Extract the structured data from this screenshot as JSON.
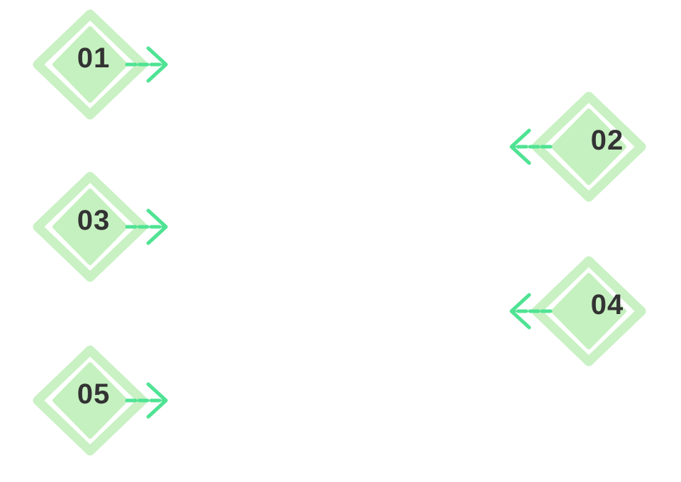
{
  "colors": {
    "outer_diamond": "#c9f1c4",
    "inner_diamond": "#c5f0bf",
    "arrow": "#4fe393",
    "number_text": "#333333"
  },
  "markers": [
    {
      "label": "01",
      "arrow_direction": "right"
    },
    {
      "label": "02",
      "arrow_direction": "left"
    },
    {
      "label": "03",
      "arrow_direction": "right"
    },
    {
      "label": "04",
      "arrow_direction": "left"
    },
    {
      "label": "05",
      "arrow_direction": "right"
    }
  ]
}
